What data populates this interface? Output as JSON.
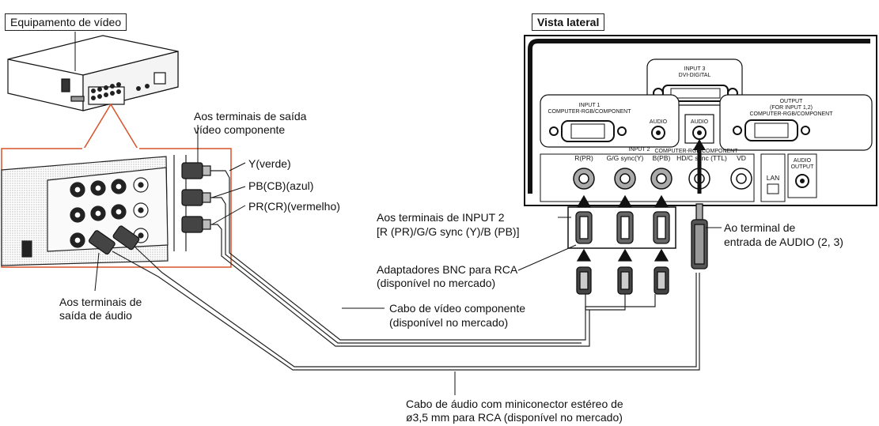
{
  "labels": {
    "video_equipment": "Equipamento de vídeo",
    "side_view": "Vista lateral",
    "component_out_line1": "Aos terminais de saída",
    "component_out_line2": "vídeo componente",
    "y_green": "Y(verde)",
    "pb_blue": "PB(CB)(azul)",
    "pr_red": "PR(CR)(vermelho)",
    "input2_terminals_line1": "Aos terminais de INPUT 2",
    "input2_terminals_line2": "[R (PR)/G/G sync (Y)/B (PB)]",
    "bnc_adapters_line1": "Adaptadores BNC para RCA",
    "bnc_adapters_line2": "(disponível no mercado)",
    "audio_out_line1": "Aos terminais de",
    "audio_out_line2": "saída de áudio",
    "component_cable_line1": "Cabo de vídeo componente",
    "component_cable_line2": "(disponível no mercado)",
    "audio_in_line1": "Ao terminal de",
    "audio_in_line2": "entrada de AUDIO (2, 3)",
    "audio_cable_line1": "Cabo de áudio com miniconector estéreo de",
    "audio_cable_line2": "ø3,5 mm para RCA (disponível no mercado)"
  },
  "panel": {
    "input3_line1": "INPUT 3",
    "input3_line2": "DVI-DIGITAL",
    "input1_line1": "INPUT 1",
    "input1_line2": "COMPUTER-RGB/COMPONENT",
    "audio_in": "AUDIO",
    "audio_in2": "AUDIO",
    "output_line1": "OUTPUT",
    "output_line2": "(FOR INPUT 1,2)",
    "output_line3": "COMPUTER-RGB/COMPONENT",
    "input2_line1": "INPUT 2",
    "input2_line2": "COMPUTER-RGB/COMPONENT",
    "r_pr": "R(PR)",
    "g_sync": "G/G sync(Y)",
    "b_pb": "B(PB)",
    "hd_sync": "HD/C sync (TTL)",
    "vd": "VD",
    "lan": "LAN",
    "audio_output_line1": "AUDIO",
    "audio_output_line2": "OUTPUT"
  }
}
